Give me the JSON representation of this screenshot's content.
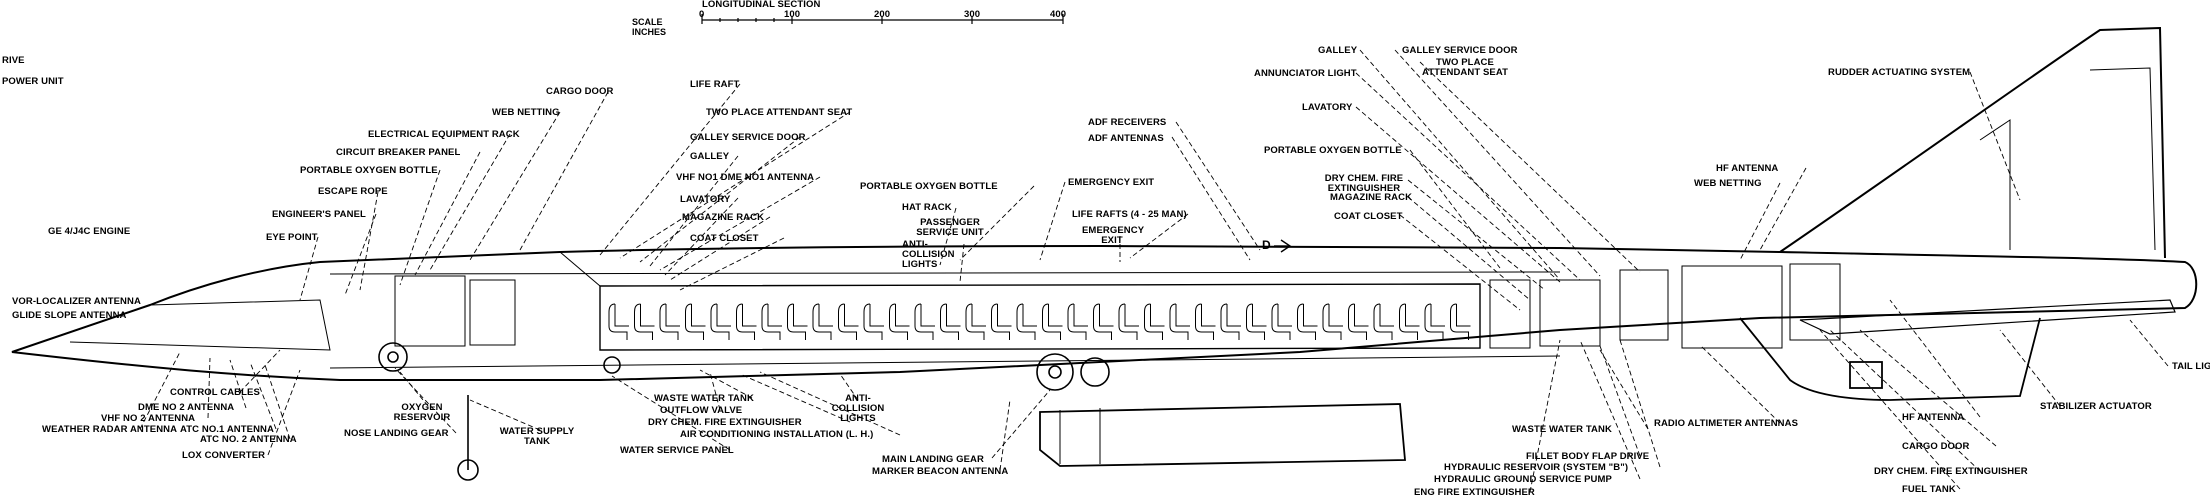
{
  "scale": {
    "title": "SCALE INCHES",
    "section_label": "LONGITUDINAL SECTION",
    "ticks": [
      "0",
      "100",
      "200",
      "300",
      "400"
    ]
  },
  "section_marker": "D",
  "labels": [
    {
      "id": "lbl-drive",
      "text": "RIVE"
    },
    {
      "id": "lbl-power-unit",
      "text": "POWER UNIT"
    },
    {
      "id": "lbl-ge4-engine",
      "text": "GE 4/J4C ENGINE"
    },
    {
      "id": "lbl-vor-loc",
      "text": "VOR-LOCALIZER ANTENNA"
    },
    {
      "id": "lbl-glide-slope",
      "text": "GLIDE SLOPE ANTENNA"
    },
    {
      "id": "lbl-cargo-door-fwd",
      "text": "CARGO DOOR"
    },
    {
      "id": "lbl-web-netting-fwd",
      "text": "WEB NETTING"
    },
    {
      "id": "lbl-elec-equip",
      "text": "ELECTRICAL EQUIPMENT RACK"
    },
    {
      "id": "lbl-circuit-breaker",
      "text": "CIRCUIT BREAKER PANEL"
    },
    {
      "id": "lbl-port-oxy-fwd",
      "text": "PORTABLE OXYGEN BOTTLE"
    },
    {
      "id": "lbl-escape-rope",
      "text": "ESCAPE ROPE"
    },
    {
      "id": "lbl-engineers-panel",
      "text": "ENGINEER'S PANEL"
    },
    {
      "id": "lbl-eye-point",
      "text": "EYE POINT"
    },
    {
      "id": "lbl-life-raft",
      "text": "LIFE RAFT"
    },
    {
      "id": "lbl-two-place-fwd",
      "text": "TWO PLACE ATTENDANT SEAT"
    },
    {
      "id": "lbl-galley-svc-door-fwd",
      "text": "GALLEY SERVICE DOOR"
    },
    {
      "id": "lbl-galley-fwd",
      "text": "GALLEY"
    },
    {
      "id": "lbl-vhf-dme",
      "text": "VHF NO1 DME NO1 ANTENNA"
    },
    {
      "id": "lbl-lavatory-fwd",
      "text": "LAVATORY"
    },
    {
      "id": "lbl-magazine-fwd",
      "text": "MAGAZINE RACK"
    },
    {
      "id": "lbl-coat-fwd",
      "text": "COAT CLOSET"
    },
    {
      "id": "lbl-port-oxy-mid",
      "text": "PORTABLE OXYGEN BOTTLE"
    },
    {
      "id": "lbl-hat-rack",
      "text": "HAT RACK"
    },
    {
      "id": "lbl-pax-svc",
      "text": "PASSENGER SERVICE UNIT"
    },
    {
      "id": "lbl-anticoll-top",
      "text": "ANTI-COLLISION LIGHTS"
    },
    {
      "id": "lbl-emerg-exit-1",
      "text": "EMERGENCY EXIT"
    },
    {
      "id": "lbl-life-rafts",
      "text": "LIFE RAFTS (4 - 25 MAN)"
    },
    {
      "id": "lbl-emerg-exit-2",
      "text": "EMERGENCY EXIT"
    },
    {
      "id": "lbl-adf-recv",
      "text": "ADF RECEIVERS"
    },
    {
      "id": "lbl-adf-ant",
      "text": "ADF ANTENNAS"
    },
    {
      "id": "lbl-port-oxy-aft",
      "text": "PORTABLE OXYGEN BOTTLE"
    },
    {
      "id": "lbl-galley-aft",
      "text": "GALLEY"
    },
    {
      "id": "lbl-galley-svc-door-aft",
      "text": "GALLEY SERVICE DOOR"
    },
    {
      "id": "lbl-two-place-aft",
      "text": "TWO PLACE ATTENDANT SEAT"
    },
    {
      "id": "lbl-annunciator",
      "text": "ANNUNCIATOR LIGHT"
    },
    {
      "id": "lbl-lavatory-aft",
      "text": "LAVATORY"
    },
    {
      "id": "lbl-dry-chem-upper",
      "text": "DRY CHEM. FIRE EXTINGUISHER"
    },
    {
      "id": "lbl-magazine-aft",
      "text": "MAGAZINE RACK"
    },
    {
      "id": "lbl-coat-aft",
      "text": "COAT CLOSET"
    },
    {
      "id": "lbl-rudder",
      "text": "RUDDER ACTUATING SYSTEM"
    },
    {
      "id": "lbl-hf-antenna-top",
      "text": "HF ANTENNA"
    },
    {
      "id": "lbl-web-netting-aft",
      "text": "WEB NETTING"
    },
    {
      "id": "lbl-tail-light",
      "text": "TAIL LIG"
    },
    {
      "id": "lbl-control-cables",
      "text": "CONTROL CABLES"
    },
    {
      "id": "lbl-dme2",
      "text": "DME NO 2 ANTENNA"
    },
    {
      "id": "lbl-vhf2",
      "text": "VHF NO 2 ANTENNA"
    },
    {
      "id": "lbl-weather-radar",
      "text": "WEATHER RADAR ANTENNA"
    },
    {
      "id": "lbl-atc1",
      "text": "ATC NO.1 ANTENNA"
    },
    {
      "id": "lbl-atc2",
      "text": "ATC NO. 2 ANTENNA"
    },
    {
      "id": "lbl-lox",
      "text": "LOX CONVERTER"
    },
    {
      "id": "lbl-nose-gear",
      "text": "NOSE LANDING GEAR"
    },
    {
      "id": "lbl-oxy-reservoir",
      "text": "OXYGEN RESERVOIR"
    },
    {
      "id": "lbl-water-supply",
      "text": "WATER SUPPLY TANK"
    },
    {
      "id": "lbl-water-service",
      "text": "WATER SERVICE PANEL"
    },
    {
      "id": "lbl-waste-fwd",
      "text": "WASTE WATER TANK"
    },
    {
      "id": "lbl-outflow",
      "text": "OUTFLOW VALVE"
    },
    {
      "id": "lbl-dry-chem-fwd",
      "text": "DRY CHEM. FIRE EXTINGUISHER"
    },
    {
      "id": "lbl-air-cond",
      "text": "AIR CONDITIONING INSTALLATION (L. H.)"
    },
    {
      "id": "lbl-anticoll-bot",
      "text": "ANTI-COLLISION LIGHTS"
    },
    {
      "id": "lbl-main-gear",
      "text": "MAIN LANDING GEAR"
    },
    {
      "id": "lbl-marker-beacon",
      "text": "MARKER BEACON ANTENNA"
    },
    {
      "id": "lbl-waste-aft",
      "text": "WASTE WATER TANK"
    },
    {
      "id": "lbl-radio-alt",
      "text": "RADIO ALTIMETER ANTENNAS"
    },
    {
      "id": "lbl-fillet",
      "text": "FILLET BODY FLAP DRIVE"
    },
    {
      "id": "lbl-hyd-reservoir",
      "text": "HYDRAULIC RESERVOIR (SYSTEM \"B\")"
    },
    {
      "id": "lbl-hyd-pump",
      "text": "HYDRAULIC GROUND SERVICE PUMP"
    },
    {
      "id": "lbl-eng-fire",
      "text": "ENG FIRE EXTINGUISHER"
    },
    {
      "id": "lbl-hf-antenna-bot",
      "text": "HF ANTENNA"
    },
    {
      "id": "lbl-cargo-door-aft",
      "text": "CARGO DOOR"
    },
    {
      "id": "lbl-dry-chem-aft",
      "text": "DRY CHEM. FIRE EXTINGUISHER"
    },
    {
      "id": "lbl-fuel-tank",
      "text": "FUEL TANK"
    },
    {
      "id": "lbl-stab-act",
      "text": "STABILIZER ACTUATOR"
    }
  ]
}
